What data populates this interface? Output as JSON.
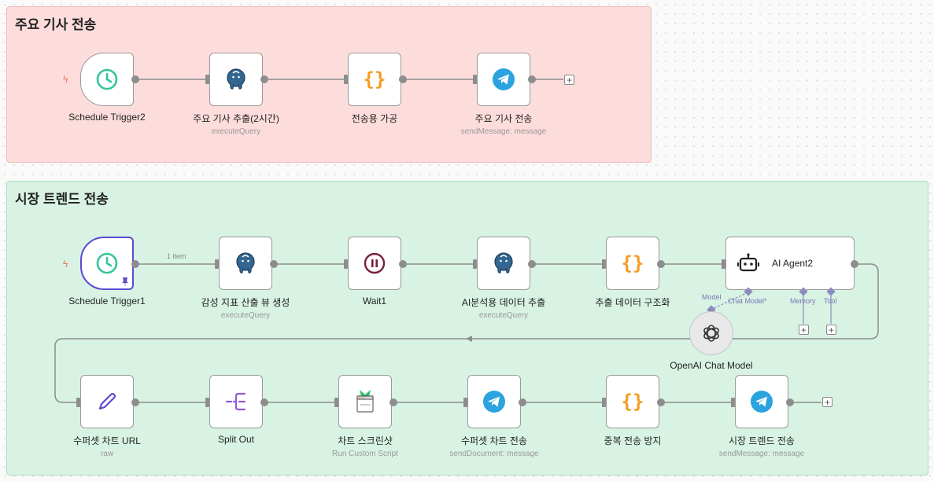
{
  "colors": {
    "group1_bg": "#fddcdc",
    "group1_border": "#f5b9b9",
    "group2_bg": "#d8f3e3",
    "group2_border": "#a9e0c0",
    "accent": "#5b4bd1",
    "wire": "#8d8d8d"
  },
  "group1": {
    "title": "주요 기사 전송",
    "nodes": [
      {
        "label": "Schedule Trigger2",
        "sub": "",
        "icon": "clock-icon"
      },
      {
        "label": "주요 기사 추출(2시간)",
        "sub": "executeQuery",
        "icon": "postgres-icon"
      },
      {
        "label": "전송용 가공",
        "sub": "",
        "icon": "code-braces-icon"
      },
      {
        "label": "주요 기사 전송",
        "sub": "sendMessage: message",
        "icon": "telegram-icon"
      }
    ]
  },
  "group2": {
    "title": "시장 트렌드 전송",
    "edge_label": "1 item",
    "row1": [
      {
        "label": "Schedule Trigger1",
        "sub": "",
        "icon": "clock-icon"
      },
      {
        "label": "감성 지표 산출 뷰 생성",
        "sub": "executeQuery",
        "icon": "postgres-icon"
      },
      {
        "label": "Wait1",
        "sub": "",
        "icon": "pause-icon"
      },
      {
        "label": "AI분석용 데이터 추출",
        "sub": "executeQuery",
        "icon": "postgres-icon"
      },
      {
        "label": "추출 데이터 구조화",
        "sub": "",
        "icon": "code-braces-icon"
      }
    ],
    "agent": {
      "label": "AI Agent2",
      "icon": "robot-icon",
      "ports": [
        "Chat Model*",
        "Memory",
        "Tool"
      ]
    },
    "model": {
      "label": "OpenAI Chat Model",
      "conn_label": "Model",
      "icon": "openai-icon"
    },
    "row2": [
      {
        "label": "수퍼셋 차트 URL",
        "sub": "raw",
        "icon": "pencil-icon"
      },
      {
        "label": "Split Out",
        "sub": "",
        "icon": "split-out-icon"
      },
      {
        "label": "차트 스크린샷",
        "sub": "Run Custom Script",
        "icon": "puppeteer-icon"
      },
      {
        "label": "수퍼셋 차트 전송",
        "sub": "sendDocument: message",
        "icon": "telegram-icon"
      },
      {
        "label": "중복 전송 방지",
        "sub": "",
        "icon": "code-braces-icon"
      },
      {
        "label": "시장 트렌드 전송",
        "sub": "sendMessage: message",
        "icon": "telegram-icon"
      }
    ]
  },
  "icons": {
    "plus": "+",
    "bolt": "ϟ",
    "pin": "📌"
  }
}
